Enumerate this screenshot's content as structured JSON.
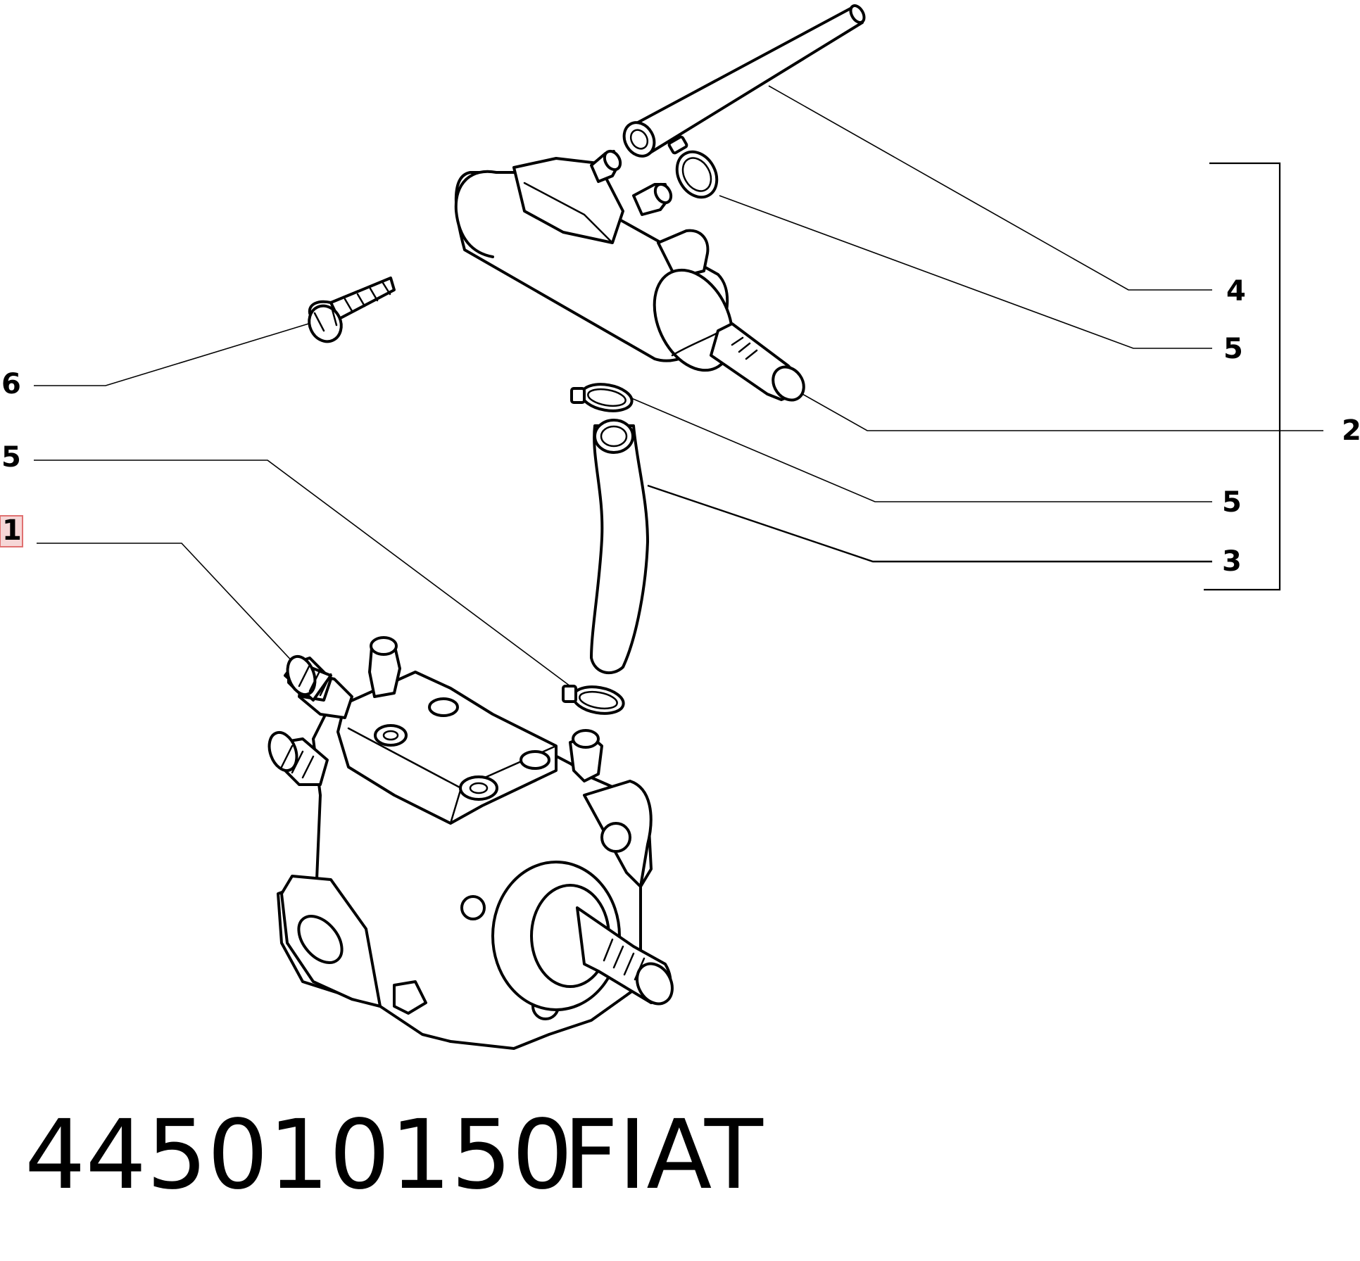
{
  "callouts": [
    {
      "id": "6",
      "label": "6"
    },
    {
      "id": "5a",
      "label": "5"
    },
    {
      "id": "1",
      "label": "1",
      "highlighted": true
    },
    {
      "id": "4",
      "label": "4"
    },
    {
      "id": "5b",
      "label": "5"
    },
    {
      "id": "2",
      "label": "2"
    },
    {
      "id": "5c",
      "label": "5"
    },
    {
      "id": "3",
      "label": "3"
    }
  ],
  "caption": {
    "part_number": "445010150",
    "brand": "FIAT"
  },
  "colors": {
    "line": "#000000",
    "highlight_fill": "#f6d7d7",
    "highlight_stroke": "#e07070",
    "background": "#ffffff"
  }
}
